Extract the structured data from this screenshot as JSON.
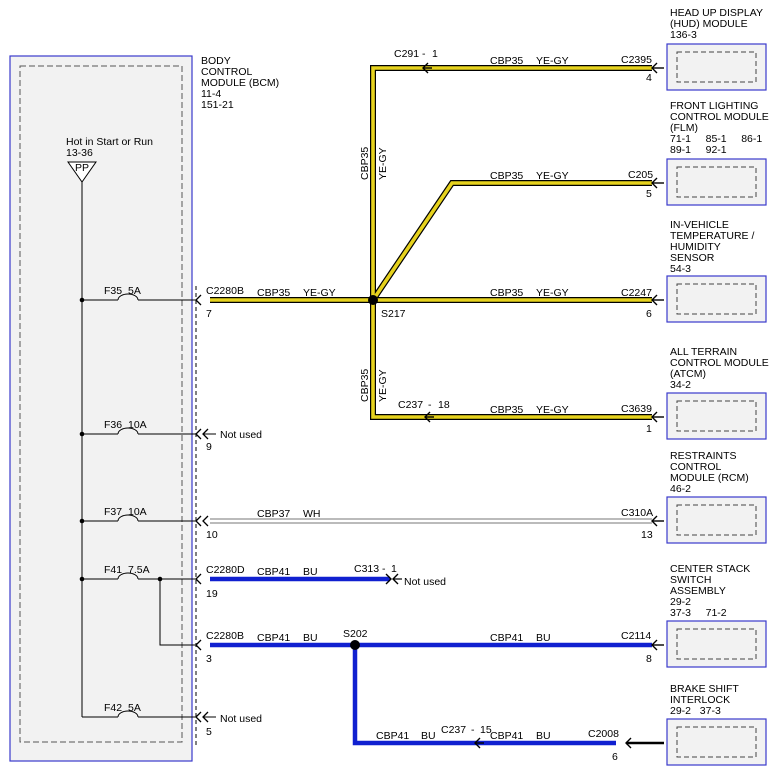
{
  "bcm": {
    "title_lines": [
      "BODY",
      "CONTROL",
      "MODULE (BCM)",
      "11-4",
      "151-21"
    ],
    "hot_label_lines": [
      "Hot in Start or Run",
      "13-36"
    ],
    "pp_label": "PP"
  },
  "fuses": [
    {
      "id": "F35",
      "rating": "5A"
    },
    {
      "id": "F36",
      "rating": "10A"
    },
    {
      "id": "F37",
      "rating": "10A"
    },
    {
      "id": "F41",
      "rating": "7.5A"
    },
    {
      "id": "F42",
      "rating": "5A"
    }
  ],
  "bcm_pins": [
    {
      "connector": "C2280B",
      "pin": "7"
    },
    {
      "connector": "",
      "pin": "9"
    },
    {
      "connector": "",
      "pin": "10"
    },
    {
      "connector": "C2280D",
      "pin": "19"
    },
    {
      "connector": "C2280B",
      "pin": "3"
    },
    {
      "connector": "",
      "pin": "5"
    }
  ],
  "not_used": "Not used",
  "wires": {
    "cbp35": {
      "circuit": "CBP35",
      "color": "YE-GY",
      "hex": "#e6d21e"
    },
    "cbp37": {
      "circuit": "CBP37",
      "color": "WH",
      "hex": "#d0d0d0"
    },
    "cbp41": {
      "circuit": "CBP41",
      "color": "BU",
      "hex": "#1020d0"
    }
  },
  "splices": {
    "s217": "S217",
    "s202": "S202"
  },
  "inline_connectors": {
    "c291": {
      "name": "C291",
      "pin": "1"
    },
    "c237a": {
      "name": "C237",
      "pin": "18"
    },
    "c313": {
      "name": "C313",
      "pin": "1"
    },
    "c237b": {
      "name": "C237",
      "pin": "15"
    }
  },
  "modules": [
    {
      "title_lines": [
        "HEAD UP DISPLAY",
        "(HUD) MODULE",
        "136-3"
      ],
      "connector": "C2395",
      "pin": "4"
    },
    {
      "title_lines": [
        "FRONT LIGHTING",
        "CONTROL MODULE",
        "(FLM)",
        "71-1     85-1     86-1",
        "89-1     92-1"
      ],
      "connector": "C205",
      "pin": "5"
    },
    {
      "title_lines": [
        "IN-VEHICLE",
        "TEMPERATURE /",
        "HUMIDITY",
        "SENSOR",
        "54-3"
      ],
      "connector": "C2247",
      "pin": "6"
    },
    {
      "title_lines": [
        "ALL TERRAIN",
        "CONTROL MODULE",
        "(ATCM)",
        "34-2"
      ],
      "connector": "C3639",
      "pin": "1"
    },
    {
      "title_lines": [
        "RESTRAINTS",
        "CONTROL",
        "MODULE (RCM)",
        "46-2"
      ],
      "connector": "C310A",
      "pin": "13"
    },
    {
      "title_lines": [
        "CENTER STACK",
        "SWITCH",
        "ASSEMBLY",
        "29-2",
        "37-3     71-2"
      ],
      "connector": "C2114",
      "pin": "8"
    },
    {
      "title_lines": [
        "BRAKE SHIFT",
        "INTERLOCK",
        "29-2   37-3"
      ],
      "connector": "C2008",
      "pin": "6"
    }
  ]
}
